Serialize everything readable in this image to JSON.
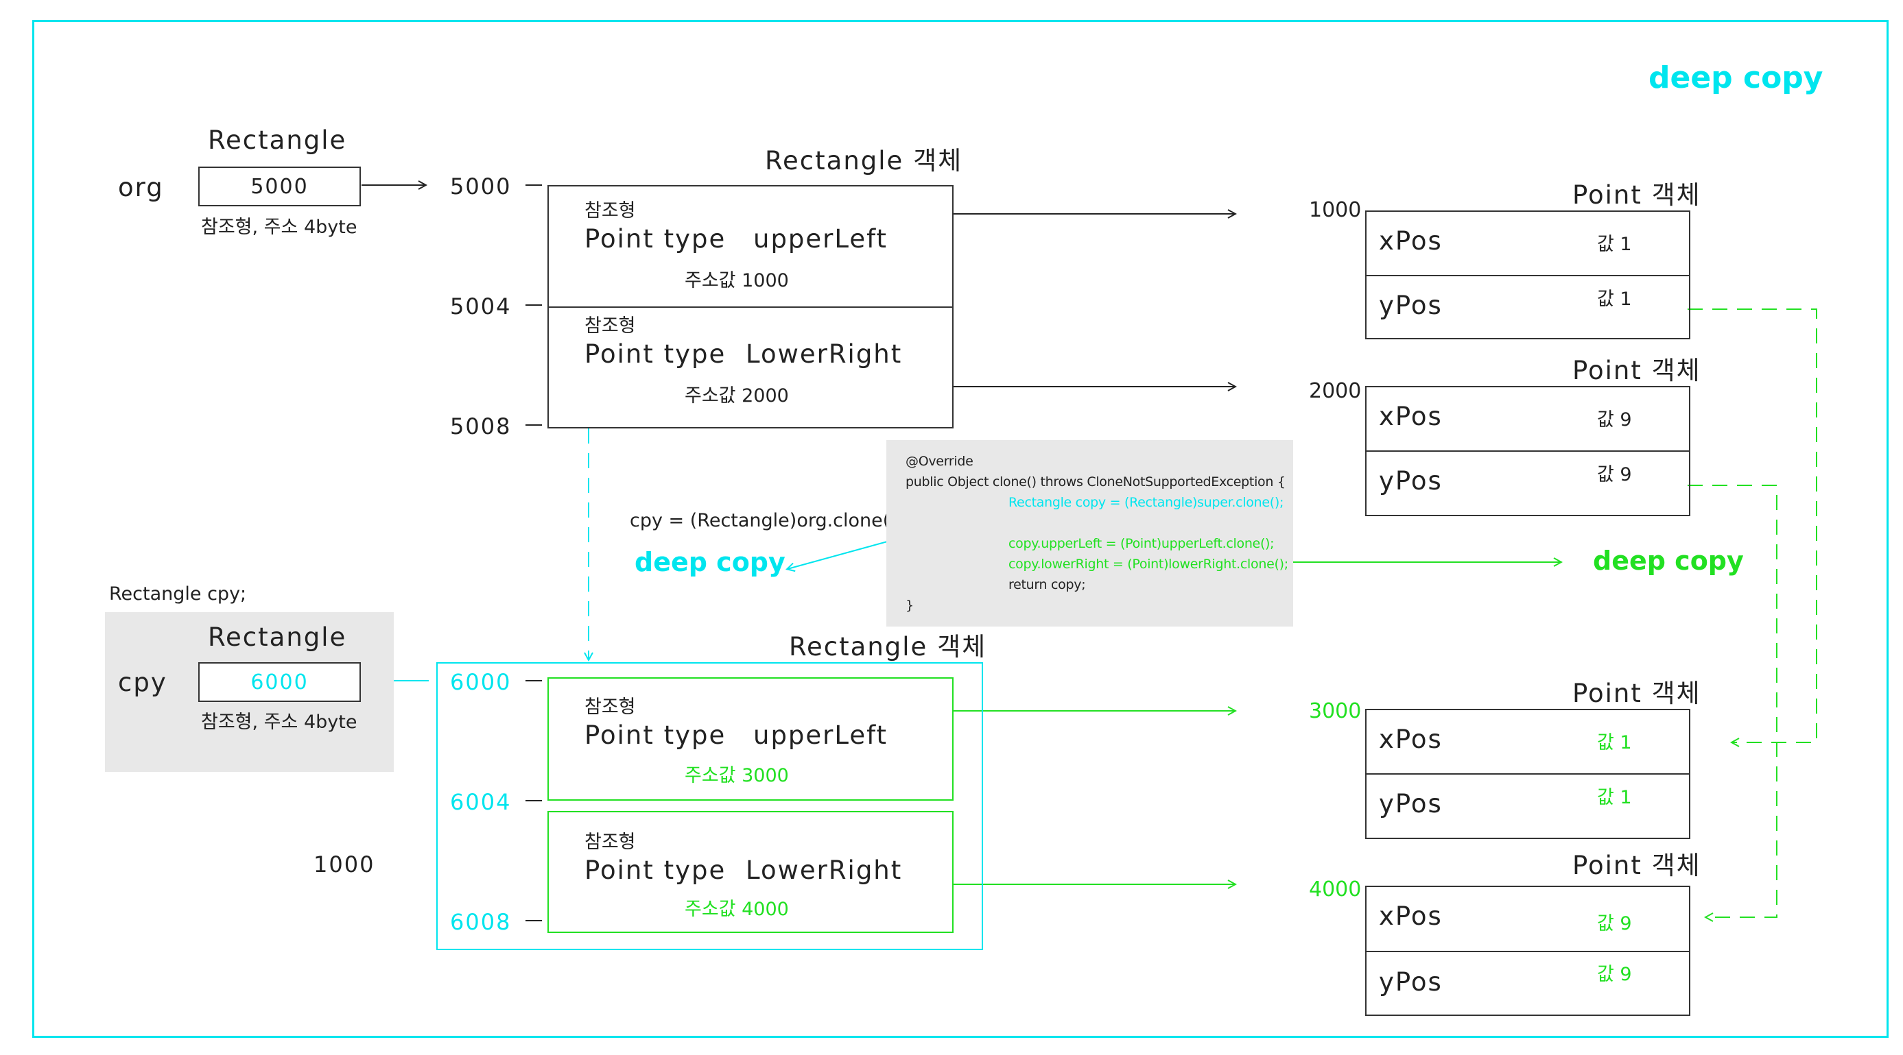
{
  "title": "deep copy",
  "colors": {
    "cyan": "#00e5ee",
    "green": "#22e022",
    "gray_box": "#e8e8e8",
    "line": "#333333"
  },
  "org": {
    "var_name": "org",
    "type_label": "Rectangle",
    "value": "5000",
    "note": "참조형, 주소 4byte"
  },
  "cpy": {
    "declaration": "Rectangle cpy;",
    "var_name": "cpy",
    "type_label": "Rectangle",
    "value": "6000",
    "note": "참조형, 주소 4byte"
  },
  "org_object": {
    "title": "Rectangle 객체",
    "addresses": [
      "5000",
      "5004",
      "5008"
    ],
    "fields": [
      {
        "kind": "참조형",
        "type": "Point type",
        "name": "upperLeft",
        "addr": "주소값 1000"
      },
      {
        "kind": "참조형",
        "type": "Point type",
        "name": "LowerRight",
        "addr": "주소값 2000"
      }
    ]
  },
  "cpy_object": {
    "title": "Rectangle 객체",
    "addresses": [
      "6000",
      "6004",
      "6008"
    ],
    "fields": [
      {
        "kind": "참조형",
        "type": "Point type",
        "name": "upperLeft",
        "addr": "주소값 3000"
      },
      {
        "kind": "참조형",
        "type": "Point type",
        "name": "LowerRight",
        "addr": "주소값 4000"
      }
    ]
  },
  "stray_label": "1000",
  "clone_call": "cpy = (Rectangle)org.clone();",
  "deep_copy_left": "deep copy",
  "deep_copy_right": "deep copy",
  "code": {
    "line1": "@Override",
    "line2": "public Object clone() throws CloneNotSupportedException {",
    "line3": "Rectangle copy = (Rectangle)super.clone();",
    "line4": "copy.upperLeft = (Point)upperLeft.clone();",
    "line5": "copy.lowerRight = (Point)lowerRight.clone();",
    "line6": "return copy;",
    "line7": "}"
  },
  "points": [
    {
      "title": "Point 객체",
      "address": "1000",
      "rows": [
        {
          "field": "xPos",
          "value": "값 1"
        },
        {
          "field": "yPos",
          "value": "값 1"
        }
      ]
    },
    {
      "title": "Point 객체",
      "address": "2000",
      "rows": [
        {
          "field": "xPos",
          "value": "값 9"
        },
        {
          "field": "yPos",
          "value": "값 9"
        }
      ]
    },
    {
      "title": "Point 객체",
      "address": "3000",
      "rows": [
        {
          "field": "xPos",
          "value": "값 1"
        },
        {
          "field": "yPos",
          "value": "값 1"
        }
      ]
    },
    {
      "title": "Point 객체",
      "address": "4000",
      "rows": [
        {
          "field": "xPos",
          "value": "값 9"
        },
        {
          "field": "yPos",
          "value": "값 9"
        }
      ]
    }
  ]
}
